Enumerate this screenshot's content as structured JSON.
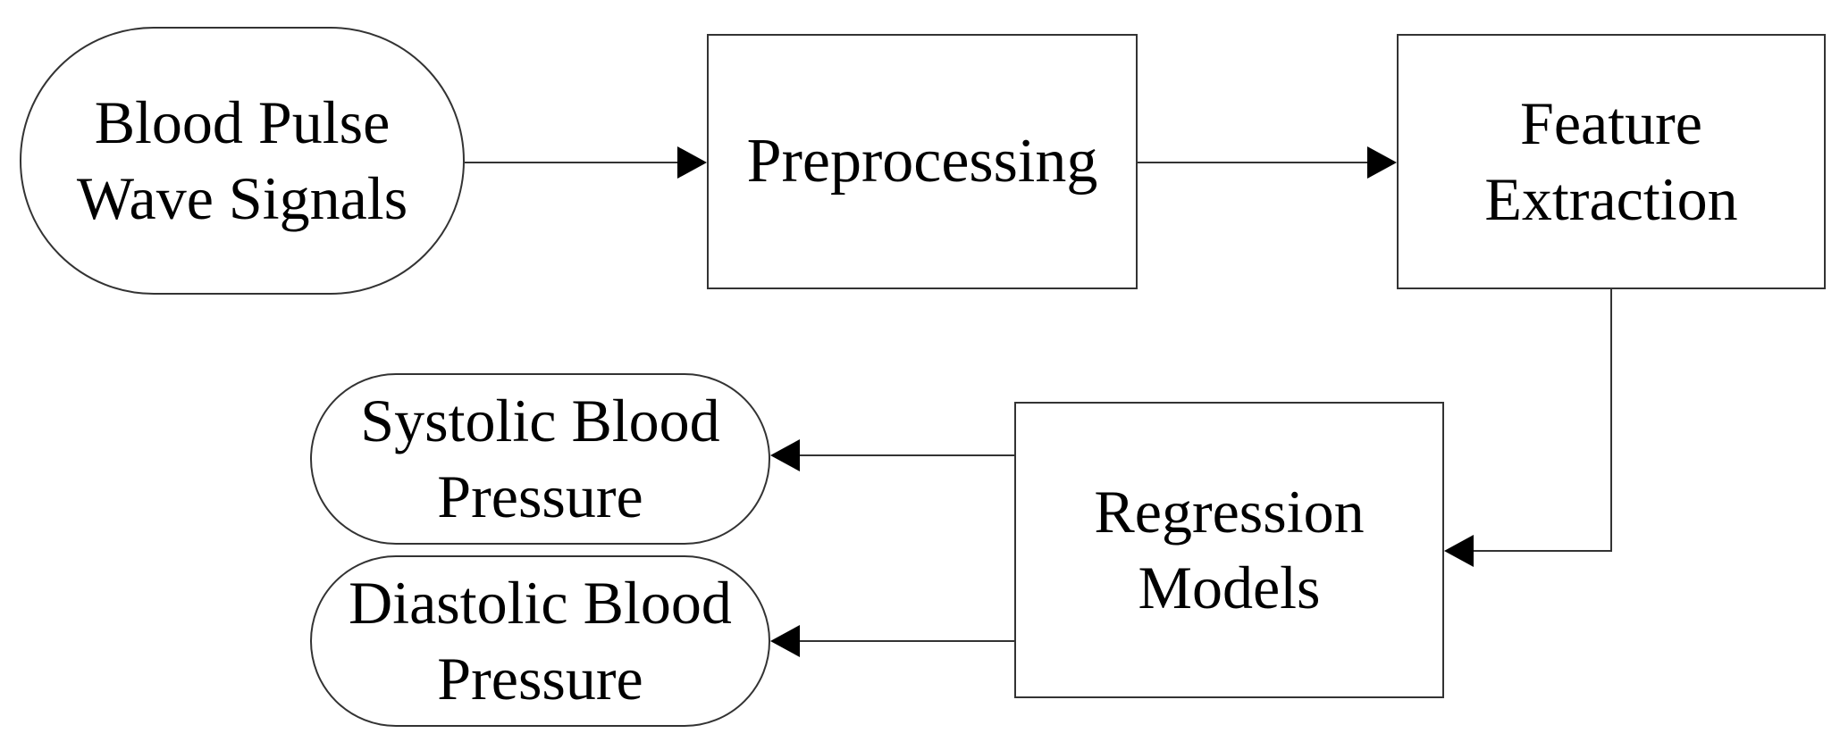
{
  "diagram": {
    "nodes": {
      "input": {
        "lines": [
          "Blood Pulse",
          "Wave Signals"
        ]
      },
      "preprocessing": {
        "lines": [
          "Preprocessing"
        ]
      },
      "feature_extraction": {
        "lines": [
          "Feature",
          "Extraction"
        ]
      },
      "regression": {
        "lines": [
          "Regression",
          "Models"
        ]
      },
      "systolic": {
        "lines": [
          "Systolic Blood",
          "Pressure"
        ]
      },
      "diastolic": {
        "lines": [
          "Diastolic Blood",
          "Pressure"
        ]
      }
    },
    "edges": [
      {
        "from": "input",
        "to": "preprocessing"
      },
      {
        "from": "preprocessing",
        "to": "feature_extraction"
      },
      {
        "from": "feature_extraction",
        "to": "regression"
      },
      {
        "from": "regression",
        "to": "systolic"
      },
      {
        "from": "regression",
        "to": "diastolic"
      }
    ],
    "colors": {
      "stroke": "#333333",
      "text": "#000000",
      "background": "#ffffff"
    }
  }
}
